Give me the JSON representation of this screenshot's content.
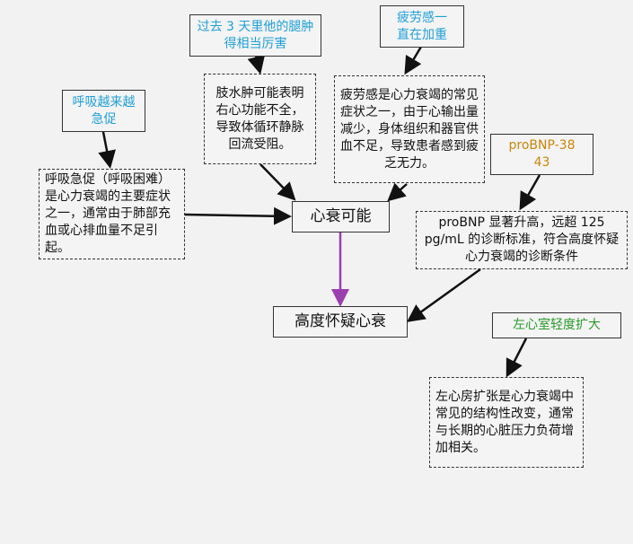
{
  "colors": {
    "blue": "#1f9fd8",
    "orange": "#c8860a",
    "green": "#2a9a2a",
    "purple": "#9b3fb0",
    "arrow": "#111111"
  },
  "observations": {
    "breathing": "呼吸越来越急促",
    "edema": "过去 3 天里他的腿肿得相当厉害",
    "fatigue": "疲劳感一直在加重",
    "probnp": "proBNP-3843",
    "lv": "左心室轻度扩大"
  },
  "explanations": {
    "breathing": "呼吸急促（呼吸困难）是心力衰竭的主要症状之一，通常由于肺部充血或心排血量不足引起。",
    "edema": "肢水肿可能表明右心功能不全，导致体循环静脉回流受阻。",
    "fatigue": "疲劳感是心力衰竭的常见症状之一，由于心输出量减少，身体组织和器官供血不足，导致患者感到疲乏无力。",
    "probnp": "proBNP 显著升高，远超 125 pg/mL 的诊断标准，符合高度怀疑心力衰竭的诊断条件",
    "lv": "左心房扩张是心力衰竭中常见的结构性改变，通常与长期的心脏压力负荷增加相关。"
  },
  "conclusions": {
    "possible": "心衰可能",
    "suspected": "高度怀疑心衰"
  }
}
